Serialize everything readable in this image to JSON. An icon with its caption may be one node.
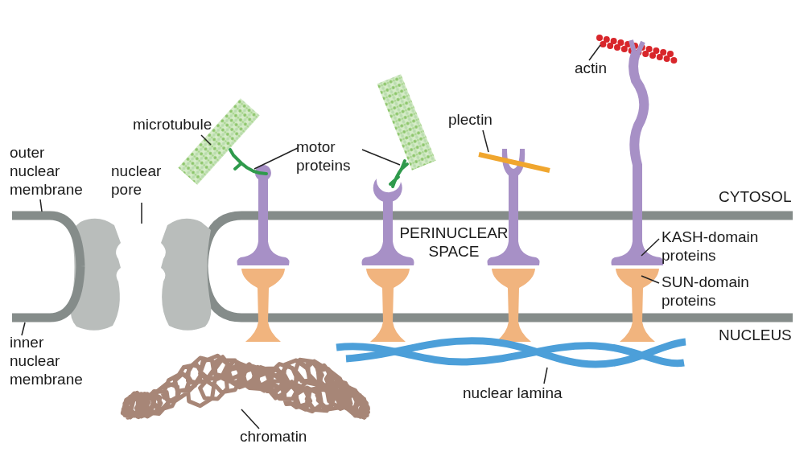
{
  "diagram": {
    "nodes": [
      {
        "text": [
          "outer nuclear membrane"
        ]
      },
      {
        "text": [],
        "shape": "picture"
      },
      {
        "text": [
          "inner nuclear membrane"
        ]
      },
      {
        "text": [],
        "shape": "picture"
      },
      {
        "text": [
          "nuclear pore"
        ]
      },
      {
        "text": [
          "microtubule"
        ]
      },
      {
        "text": [],
        "shape": "picture"
      },
      {
        "text": [
          "motor proteins"
        ]
      },
      {
        "text": [],
        "shape": "picture"
      },
      {
        "text": [],
        "shape": "picture"
      },
      {
        "text": [
          "plectin"
        ]
      },
      {
        "text": [],
        "shape": "picture"
      },
      {
        "text": [
          "actin"
        ]
      },
      {
        "text": [],
        "shape": "picture"
      },
      {
        "text": [
          "KASH-domain proteins"
        ]
      },
      {
        "text": [],
        "shape": "picture"
      },
      {
        "text": [
          "SUN-domain proteins"
        ]
      },
      {
        "text": [],
        "shape": "picture"
      },
      {
        "text": [
          "chromatin"
        ]
      },
      {
        "text": [],
        "shape": "picture"
      },
      {
        "text": [
          "nuclear lamina"
        ]
      },
      {
        "text": [],
        "shape": "picture"
      }
    ],
    "edges": [
      {
        "from": 0,
        "to": 1,
        "arrow": "none"
      },
      {
        "from": 2,
        "to": 3,
        "arrow": "none"
      },
      {
        "from": 4,
        "to": null,
        "arrow": "none"
      },
      {
        "from": 5,
        "to": 6,
        "arrow": "none"
      },
      {
        "from": 7,
        "to": 8,
        "arrow": "none"
      },
      {
        "from": 7,
        "to": 9,
        "arrow": "none"
      },
      {
        "from": 10,
        "to": 11,
        "arrow": "none"
      },
      {
        "from": 12,
        "to": 13,
        "arrow": "none"
      },
      {
        "from": 14,
        "to": 15,
        "arrow": "none"
      },
      {
        "from": 16,
        "to": 17,
        "arrow": "none"
      },
      {
        "from": 18,
        "to": 19,
        "arrow": "none"
      },
      {
        "from": 20,
        "to": 21,
        "arrow": "none"
      }
    ],
    "labels": [
      "CYTOSOL",
      "PERINUCLEAR SPACE",
      "NUCLEUS"
    ]
  }
}
